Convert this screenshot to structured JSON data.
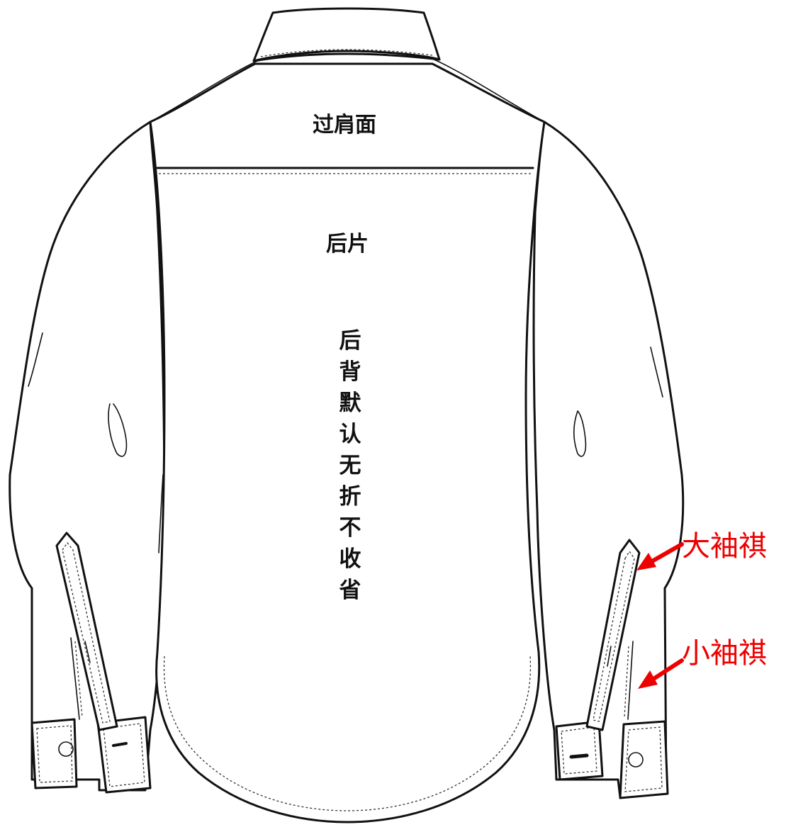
{
  "labels": {
    "yoke": "过肩面",
    "back_panel": "后片",
    "back_note": [
      "后",
      "背",
      "默",
      "认",
      "无",
      "折",
      "不",
      "收",
      "省"
    ],
    "big_placket": "大袖祺",
    "small_placket": "小袖祺"
  },
  "colors": {
    "outline": "#111111",
    "annotation": "#ee0000",
    "fill": "#ffffff"
  }
}
